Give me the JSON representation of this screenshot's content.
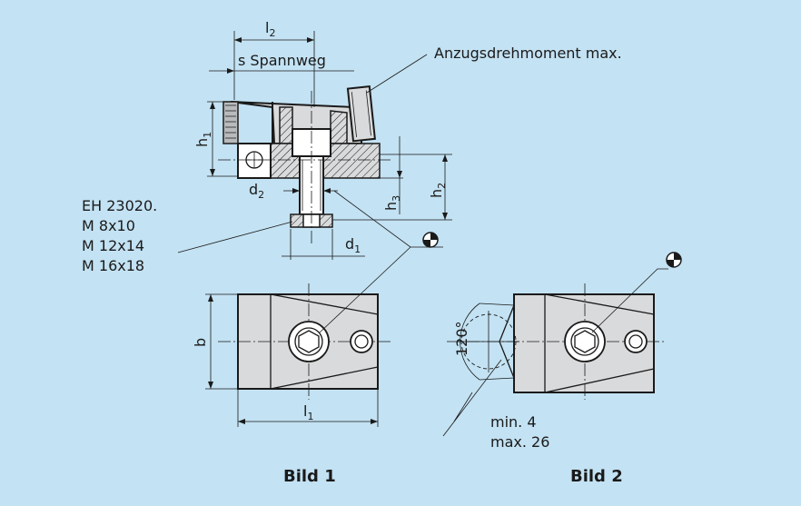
{
  "labels": {
    "l2": "l",
    "l2_sub": "2",
    "stroke": "s Spannweg",
    "torque": "Anzugsdrehmoment max.",
    "h1": "h",
    "h1_sub": "1",
    "h2": "h",
    "h2_sub": "2",
    "h3": "h",
    "h3_sub": "3",
    "d2": "d",
    "d2_sub": "2",
    "d1": "d",
    "d1_sub": "1",
    "b": "b",
    "l1": "l",
    "l1_sub": "1",
    "angle": "120°",
    "min": "min.  4",
    "max": "max. 26"
  },
  "screw_table": {
    "ref": "EH 23020.",
    "rows": [
      "M  8x10",
      "M  12x14",
      "M  16x18"
    ]
  },
  "captions": {
    "fig1": "Bild 1",
    "fig2": "Bild 2"
  },
  "colors": {
    "background": "#c3e2f3",
    "part_fill": "#d9dadc",
    "line": "#1a1a1a"
  }
}
